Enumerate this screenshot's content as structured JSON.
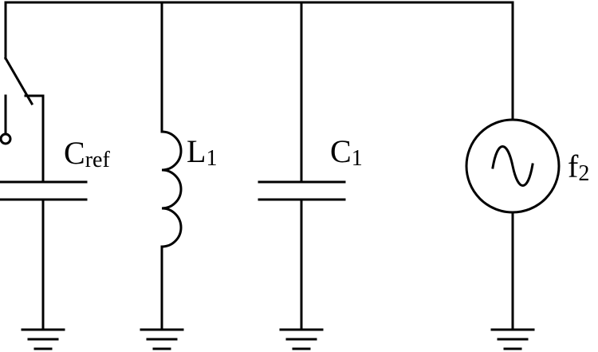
{
  "colors": {
    "stroke": "#000000",
    "background": "#ffffff"
  },
  "labels": {
    "c_ref": {
      "main": "C",
      "sub": "ref"
    },
    "l1": {
      "main": "L",
      "sub": "1"
    },
    "c1": {
      "main": "C",
      "sub": "1"
    },
    "f2": {
      "main": "f",
      "sub": "2"
    }
  },
  "icons": {
    "switch": "switch-icon",
    "capacitor": "capacitor-icon",
    "inductor": "inductor-icon",
    "ac_source": "ac-source-icon",
    "ground": "ground-icon"
  }
}
